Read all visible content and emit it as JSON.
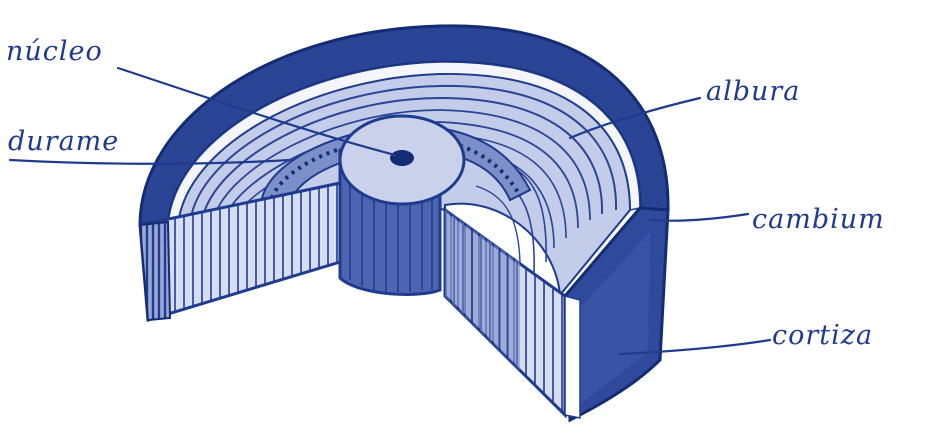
{
  "diagram": {
    "colors": {
      "ink": "#1f3b8f",
      "ink_dark": "#142c74",
      "light_fill": "#c9d2ea",
      "mid_fill": "#8798cc",
      "paper": "#ffffff"
    },
    "labels": {
      "nucleo": "núcleo",
      "durame": "durame",
      "albura": "albura",
      "cambium": "cambium",
      "corteza": "cortiza"
    }
  }
}
